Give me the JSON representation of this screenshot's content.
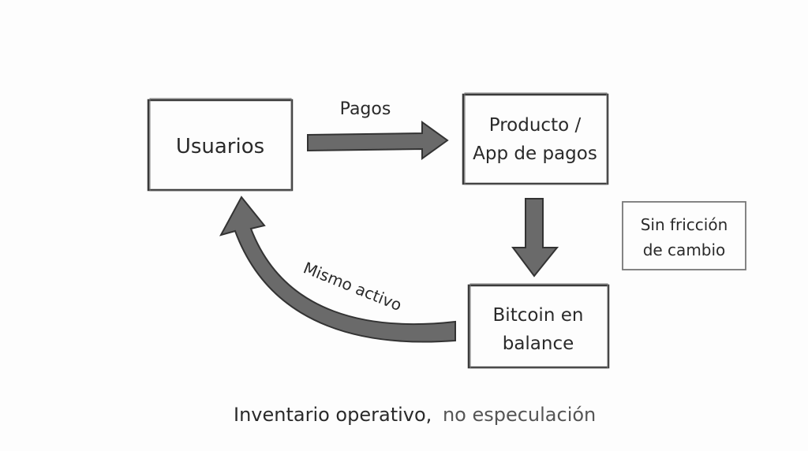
{
  "nodes": {
    "usuarios": "Usuarios",
    "producto_line1": "Producto /",
    "producto_line2": "App de pagos",
    "bitcoin_line1": "Bitcoin en",
    "bitcoin_line2": "balance",
    "sin_friccion_line1": "Sin fricción",
    "sin_friccion_line2": "de cambio"
  },
  "edges": {
    "pagos": "Pagos",
    "mismo_activo": "Mismo activo"
  },
  "caption": {
    "main": "Inventario operativo,",
    "secondary": "no especulación"
  },
  "colors": {
    "ink": "#2a2a2a",
    "arrow": "#6a6a6a",
    "secondary": "#555555"
  }
}
